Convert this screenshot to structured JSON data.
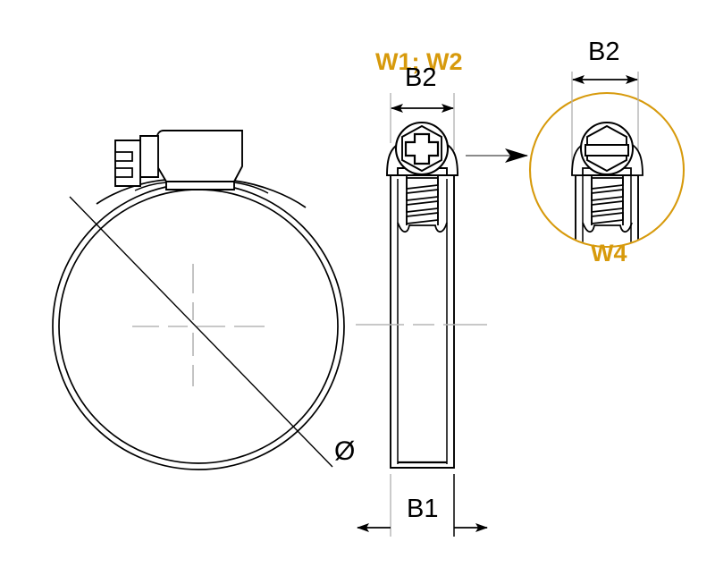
{
  "drawing": {
    "title": "Hose clamp technical drawing",
    "colors": {
      "line": "#000000",
      "thin_line": "#4a4a4a",
      "center_line": "#b0b0b0",
      "accent_gold": "#D79A0C",
      "background": "#ffffff"
    },
    "views": [
      {
        "name": "front-view-circular-clamp",
        "description": "Circular hose clamp band seen face on with housing at top"
      },
      {
        "name": "side-view-band",
        "description": "Side view of clamp band showing screw housing and worm thread"
      },
      {
        "name": "detail-view-callout",
        "description": "Enlarged circular detail of the hex screw head housing"
      }
    ],
    "labels": {
      "w1_w2": "W1; W2",
      "w4": "W4",
      "b2_middle": "B2",
      "b2_detail": "B2",
      "b1": "B1",
      "diameter": "Ø"
    },
    "annotations": [
      {
        "id": "w1w2",
        "text": "W1; W2",
        "kind": "material-grade",
        "color": "#D79A0C"
      },
      {
        "id": "w4",
        "text": "W4",
        "kind": "material-grade",
        "color": "#D79A0C"
      },
      {
        "id": "b2m",
        "text": "B2",
        "kind": "dimension",
        "color": "#000000"
      },
      {
        "id": "b2d",
        "text": "B2",
        "kind": "dimension",
        "color": "#000000"
      },
      {
        "id": "b1",
        "text": "B1",
        "kind": "dimension",
        "color": "#000000"
      },
      {
        "id": "dia",
        "text": "Ø",
        "kind": "dimension",
        "color": "#000000"
      }
    ]
  }
}
